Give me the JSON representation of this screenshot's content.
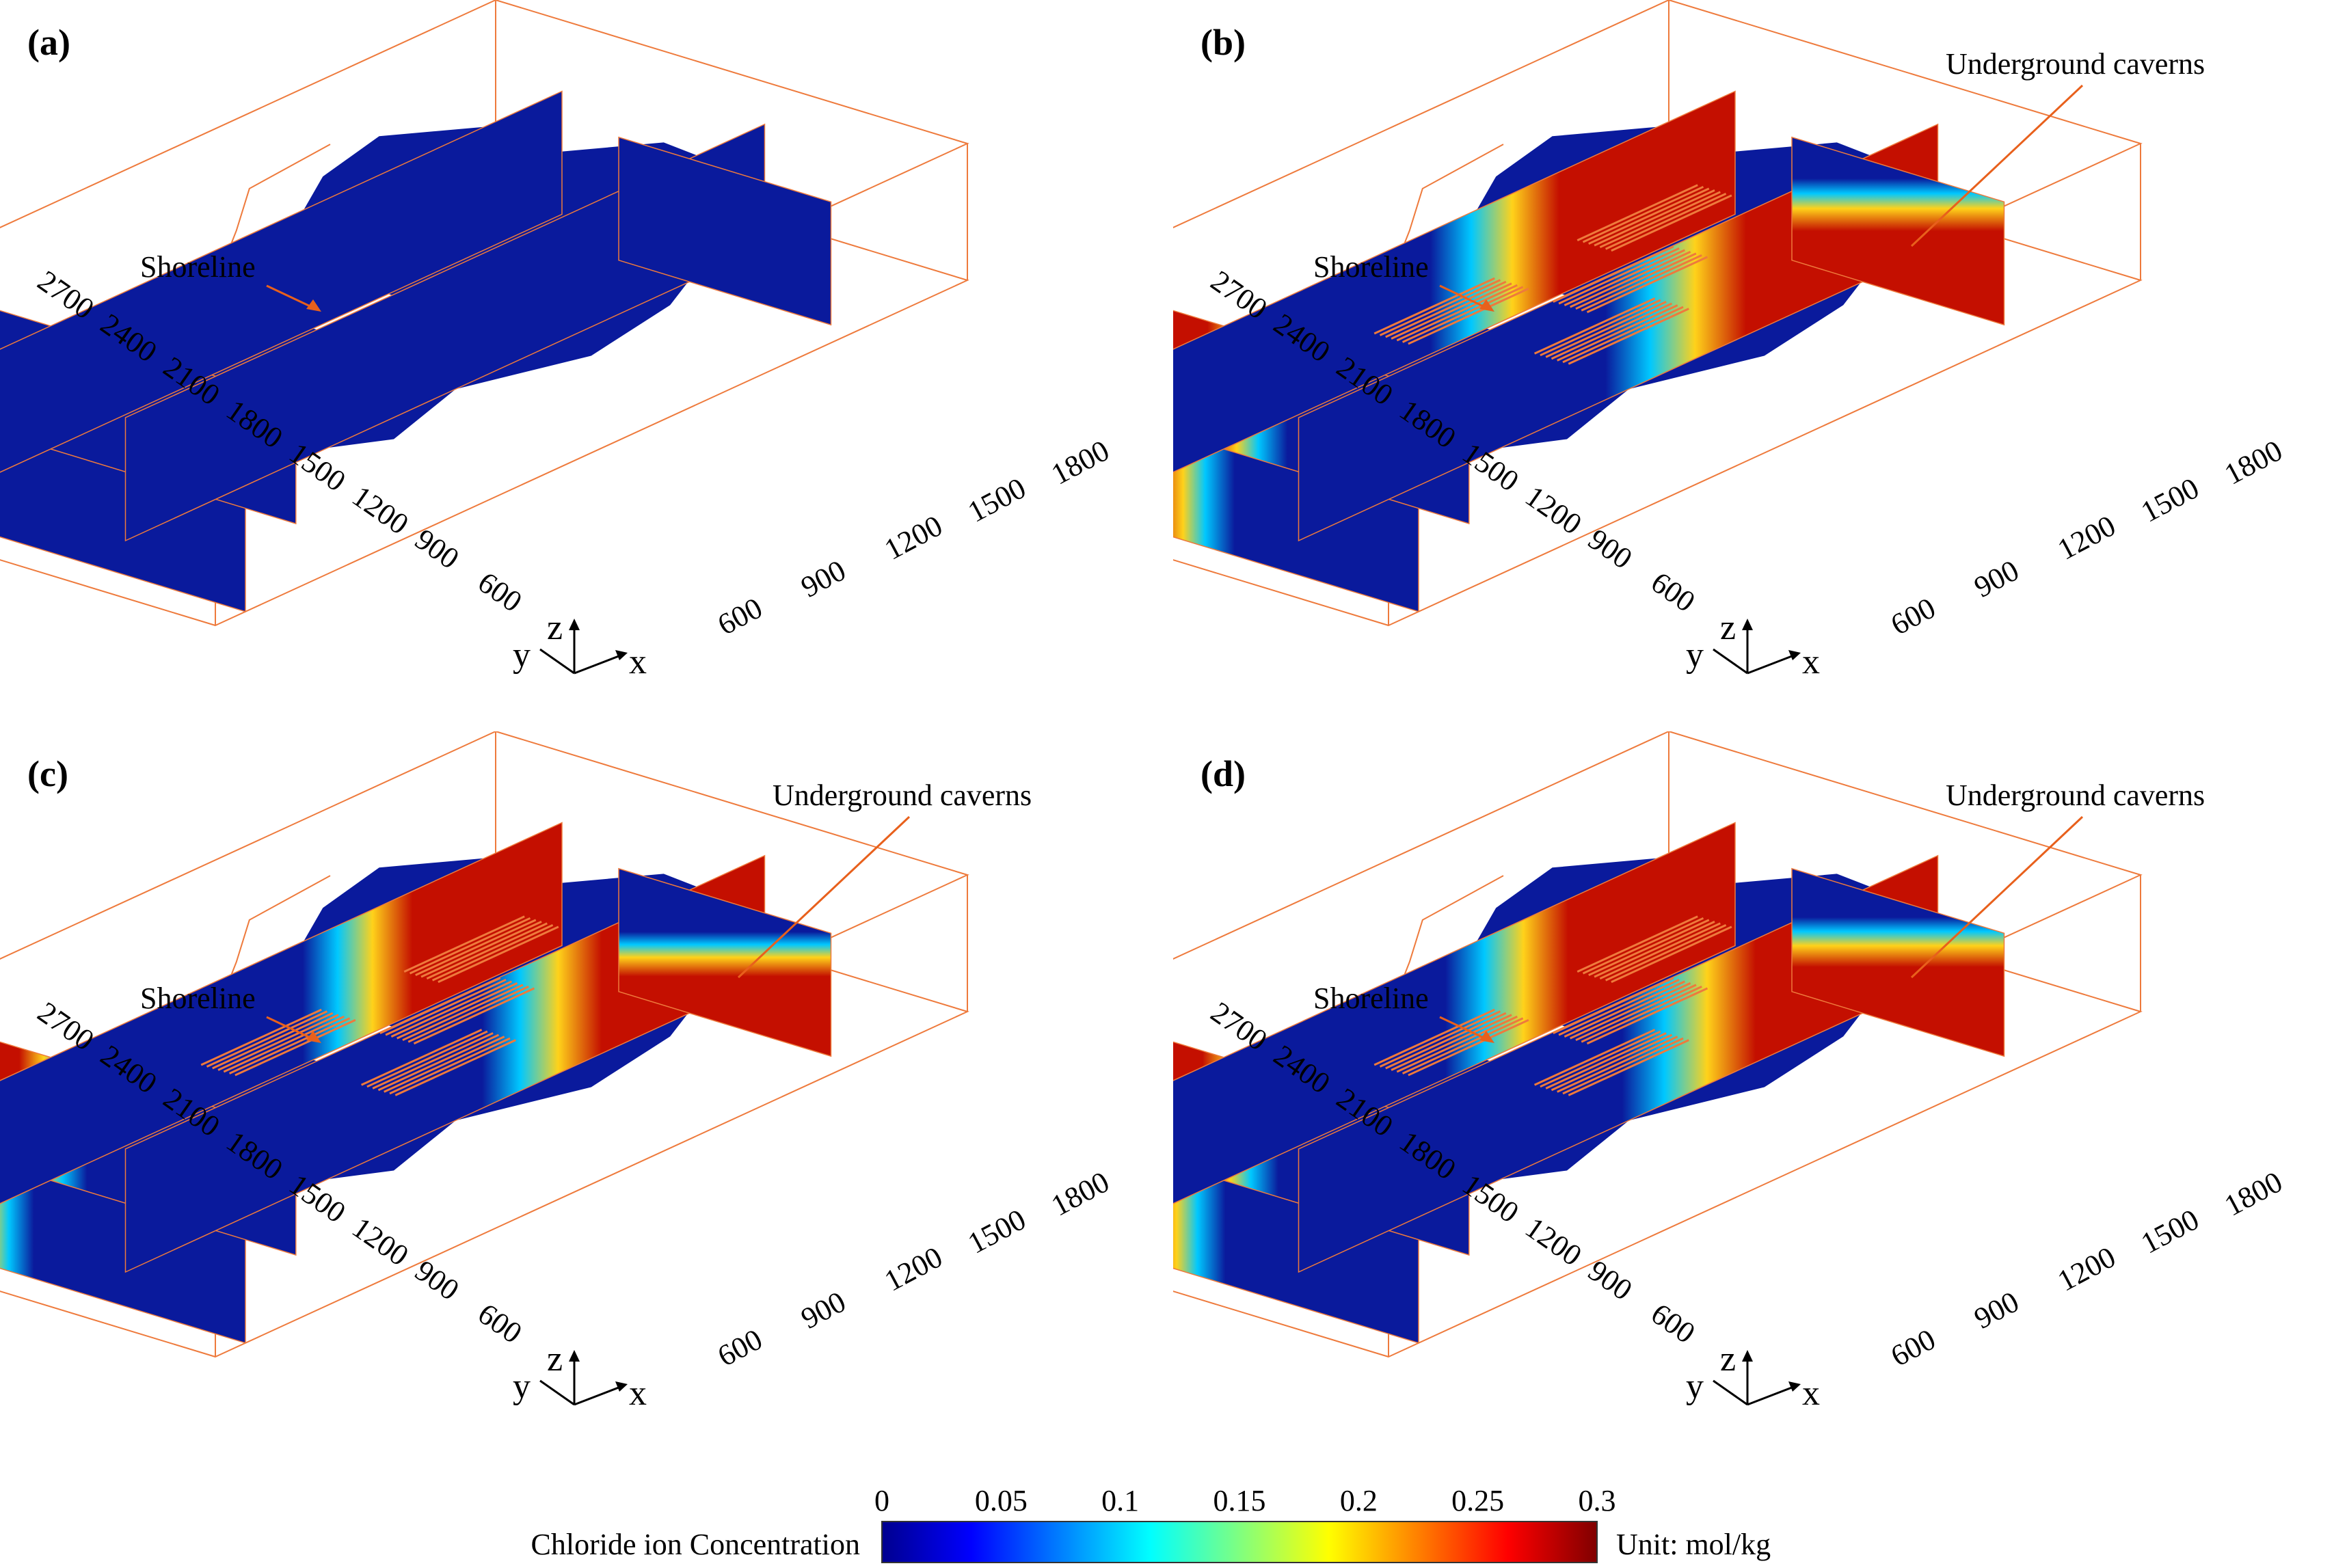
{
  "panels": [
    {
      "id": "a",
      "letter": "a",
      "show_caverns": false,
      "show_caverns_label": false,
      "shoreline_label": "Shoreline",
      "caverns_label": "",
      "intrusion": 0.0
    },
    {
      "id": "b",
      "letter": "b",
      "show_caverns": true,
      "show_caverns_label": true,
      "shoreline_label": "Shoreline",
      "caverns_label": "Underground caverns",
      "intrusion": 1.0
    },
    {
      "id": "c",
      "letter": "c",
      "show_caverns": true,
      "show_caverns_label": true,
      "shoreline_label": "Shoreline",
      "caverns_label": "Underground caverns",
      "intrusion": 0.85
    },
    {
      "id": "d",
      "letter": "d",
      "show_caverns": true,
      "show_caverns_label": true,
      "shoreline_label": "Shoreline",
      "caverns_label": "Underground caverns",
      "intrusion": 0.95
    }
  ],
  "axes": {
    "y_ticks": [
      "2700",
      "2400",
      "2100",
      "1800",
      "1500",
      "1200",
      "900",
      "600"
    ],
    "x_ticks": [
      "600",
      "900",
      "1200",
      "1500",
      "1800"
    ],
    "x_label": "x",
    "y_label": "y",
    "z_label": "z"
  },
  "colorbar": {
    "title": "Chloride ion Concentration",
    "unit": "Unit: mol/kg",
    "ticks": [
      "0",
      "0.05",
      "0.1",
      "0.15",
      "0.2",
      "0.25",
      "0.3"
    ],
    "range": [
      0,
      0.3
    ],
    "stops": [
      "#00008f",
      "#0000ff",
      "#00ffff",
      "#ffff00",
      "#ff0000",
      "#800000"
    ]
  },
  "colors": {
    "low": "#0a1a9c",
    "mid": "#ffd21a",
    "high": "#c40f00",
    "frame": "#ee7a3c",
    "annotation": "#e8601c"
  }
}
